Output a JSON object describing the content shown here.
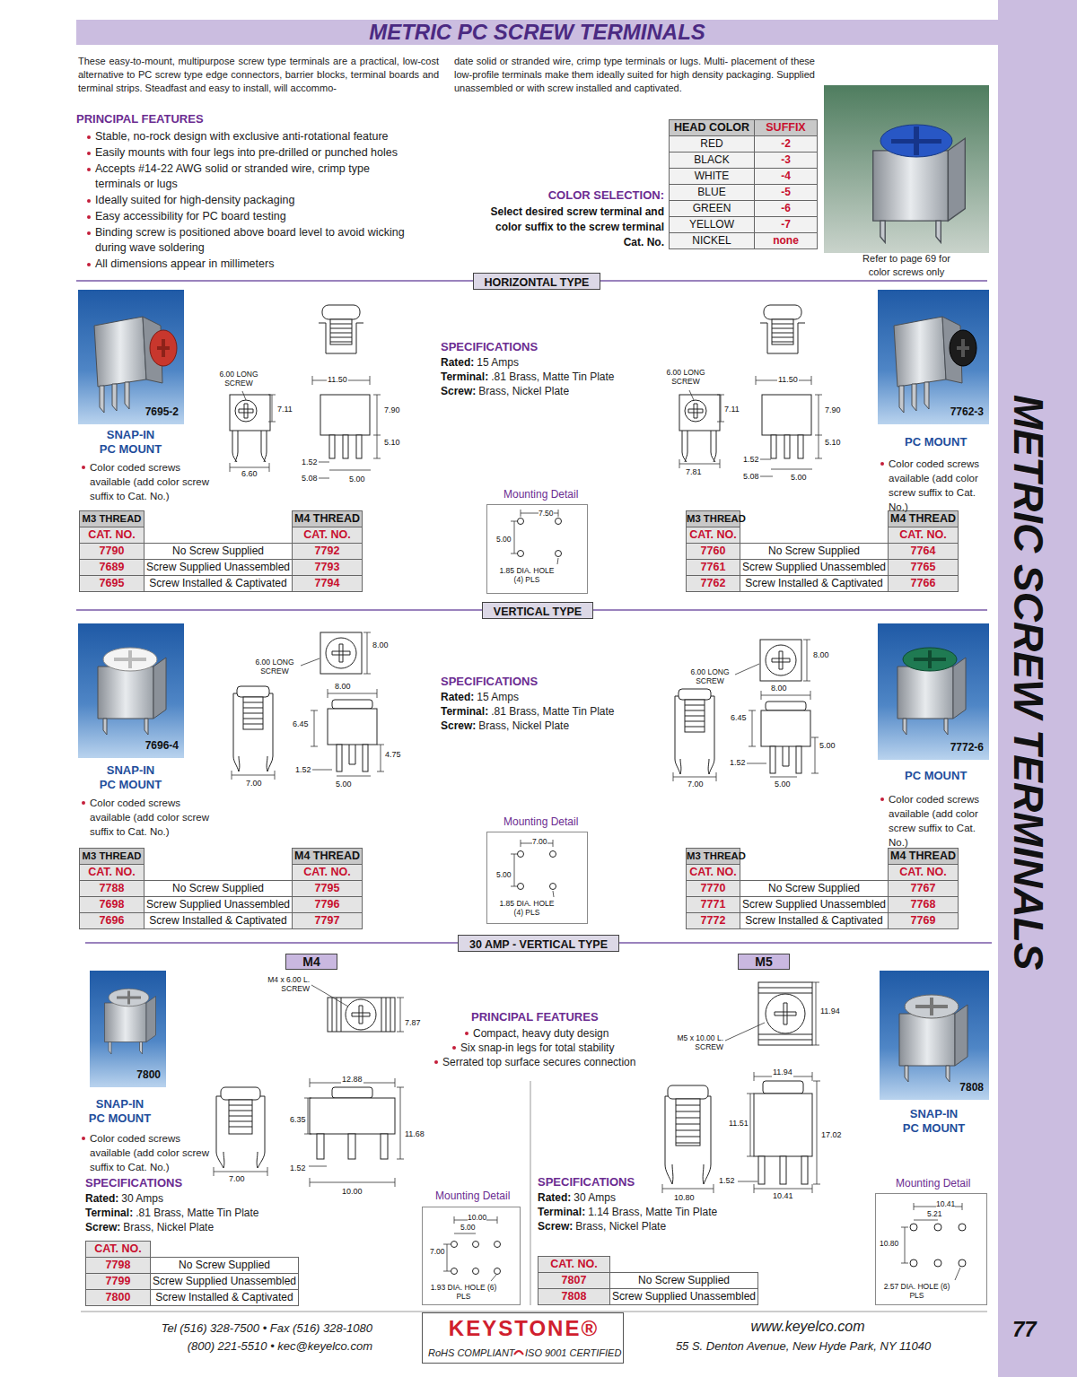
{
  "diagram": {
    "title": "METRIC PC SCREW TERMINALS",
    "nodes": [
      {
        "text": [
          "HEAD COLOR",
          "SUFFIX",
          "RED",
          "-2",
          "BLACK",
          "-3",
          "WHITE",
          "-4",
          "BLUE",
          "-5",
          "GREEN",
          "-6",
          "YELLOW",
          "-7",
          "NICKEL",
          "none"
        ]
      },
      {
        "text": [
          "HORIZONTAL TYPE"
        ]
      },
      {
        "text": [
          "7695-2"
        ]
      },
      {
        "text": [
          "7762-3"
        ]
      },
      {
        "text": [
          "Mounting Detail",
          "7.50",
          "5.00",
          "1.85 DIA. HOLE (4) PLS"
        ]
      },
      {
        "text": [
          "M3 THREAD",
          "M4 THREAD",
          "CAT. NO.",
          "CAT. NO.",
          "7790",
          "No Screw Supplied",
          "7792",
          "7689",
          "Screw Supplied Unassembled",
          "7793",
          "7695",
          "Screw Installed & Captivated",
          "7794"
        ]
      },
      {
        "text": [
          "M3 THREAD",
          "M4 THREAD",
          "CAT. NO.",
          "CAT. NO.",
          "7760",
          "No Screw Supplied",
          "7764",
          "7761",
          "Screw Supplied Unassembled",
          "7765",
          "7762",
          "Screw Installed & Captivated",
          "7766"
        ]
      },
      {
        "text": [
          "VERTICAL TYPE"
        ]
      },
      {
        "text": [
          "7696-4"
        ]
      },
      {
        "text": [
          "7772-6"
        ]
      },
      {
        "text": [
          "Mounting Detail",
          "7.00",
          "5.00",
          "1.85 DIA. HOLE (4) PLS"
        ]
      },
      {
        "text": [
          "M3 THREAD",
          "M4 THREAD",
          "CAT. NO.",
          "CAT. NO.",
          "7788",
          "No Screw Supplied",
          "7795",
          "7698",
          "Screw Supplied Unassembled",
          "7796",
          "7696",
          "Screw Installed & Captivated",
          "7797"
        ]
      },
      {
        "text": [
          "M3 THREAD",
          "M4 THREAD",
          "CAT. NO.",
          "CAT. NO.",
          "7770",
          "No Screw Supplied",
          "7767",
          "7771",
          "Screw Supplied Unassembled",
          "7768",
          "7772",
          "Screw Installed & Captivated",
          "7769"
        ]
      },
      {
        "text": [
          "30 AMP - VERTICAL TYPE"
        ]
      },
      {
        "text": [
          "M4"
        ]
      },
      {
        "text": [
          "M5"
        ]
      },
      {
        "text": [
          "7800"
        ]
      },
      {
        "text": [
          "7808"
        ]
      },
      {
        "text": [
          "CAT. NO.",
          "7798",
          "No Screw Supplied",
          "7799",
          "Screw Supplied Unassembled",
          "7800",
          "Screw Installed & Captivated"
        ]
      },
      {
        "text": [
          "Mounting Detail",
          "10.00",
          "5.00",
          "7.00",
          "1.93 DIA. HOLE (6) PLS"
        ]
      },
      {
        "text": [
          "CAT. NO.",
          "7807",
          "No Screw Supplied",
          "7808",
          "Screw Supplied Unassembled"
        ]
      },
      {
        "text": [
          "Mounting Detail",
          "10.41",
          "5.21",
          "10.80",
          "2.57 DIA. HOLE (6) PLS"
        ]
      },
      {
        "text": [
          "KEYSTONE®",
          "RoHS COMPLIANT",
          "ISO 9001 CERTIFIED"
        ]
      }
    ],
    "labels": [
      "These easy-to-mount, multipurpose screw type terminals are a practical, low-cost alternative to PC screw type edge connectors, barrier blocks, terminal boards and terminal strips. Steadfast and easy to install, will accommo-",
      "date solid or stranded wire, crimp type terminals or lugs. Multi- placement of these low-profile terminals make them ideally suited for high density packaging. Supplied unassembled or with screw installed and captivated.",
      "PRINCIPAL FEATURES",
      "Stable, no-rock design with exclusive anti-rotational feature",
      "Easily mounts with four legs into pre-drilled or punched holes",
      "Accepts #14-22 AWG solid or stranded wire, crimp type terminals or lugs",
      "Ideally suited for high-density packaging",
      "Easy accessibility for PC board testing",
      "Binding screw is positioned above board level to avoid wicking during wave soldering",
      "All dimensions appear in millimeters",
      "COLOR SELECTION:",
      "Select desired screw terminal and color suffix to the screw terminal Cat. No.",
      "Refer to page 69 for color screws only",
      "SNAP-IN PC MOUNT",
      "Color coded screws available (add color screw suffix to Cat. No.)",
      "6.00 LONG SCREW",
      "7.11",
      "6.60",
      "11.50",
      "7.90",
      "5.10",
      "1.52",
      "5.08",
      "5.00",
      "SPECIFICATIONS",
      "Rated:",
      "15 Amps",
      "Terminal:",
      ".81 Brass, Matte Tin Plate",
      "Screw:",
      "Brass, Nickel Plate",
      "6.00 LONG SCREW",
      "7.11",
      "7.81",
      "11.50",
      "7.90",
      "5.10",
      "1.52",
      "5.08",
      "5.00",
      "PC MOUNT",
      "Color coded screws available (add color screw suffix to Cat. No.)",
      "8.00",
      "6.00 LONG SCREW",
      "8.00",
      "6.45",
      "4.75",
      "1.52",
      "5.00",
      "7.00",
      "SNAP-IN PC MOUNT",
      "Color coded screws available (add color screw suffix to Cat. No.)",
      "SPECIFICATIONS",
      "Rated:",
      "15 Amps",
      "Terminal:",
      ".81 Brass, Matte Tin Plate",
      "Screw:",
      "Brass, Nickel Plate",
      "8.00",
      "6.00 LONG SCREW",
      "8.00",
      "6.45",
      "5.00",
      "1.52",
      "5.00",
      "7.00",
      "PC MOUNT",
      "Color coded screws available (add color screw suffix to Cat. No.)",
      "M4 x 6.00 L. SCREW",
      "7.87",
      "12.88",
      "6.35",
      "11.68",
      "1.52",
      "10.00",
      "7.00",
      "SNAP-IN PC MOUNT",
      "Color coded screws available (add color screw suffix to Cat. No.)",
      "SPECIFICATIONS",
      "Rated:",
      "30 Amps",
      "Terminal:",
      ".81 Brass, Matte Tin Plate",
      "Screw:",
      "Brass, Nickel Plate",
      "PRINCIPAL FEATURES",
      "Compact, heavy duty design",
      "Six snap-in legs for total stability",
      "Serrated top surface secures connection",
      "M5 x 10.00 L. SCREW",
      "11.94",
      "11.94",
      "11.51",
      "17.02",
      "1.52",
      "10.41",
      "10.80",
      "SPECIFICATIONS",
      "Rated:",
      "30 Amps",
      "Terminal:",
      "1.14 Brass, Matte Tin Plate",
      "Screw:",
      "Brass, Nickel Plate",
      "SNAP-IN PC MOUNT",
      "Tel (516) 328-7500 • Fax (516) 328-1080",
      "(800) 221-5510 • kec@keyelco.com",
      "www.keyelco.com",
      "55 S. Denton Avenue, New Hyde Park, NY 11040",
      "77",
      "METRIC SCREW TERMINALS"
    ]
  }
}
